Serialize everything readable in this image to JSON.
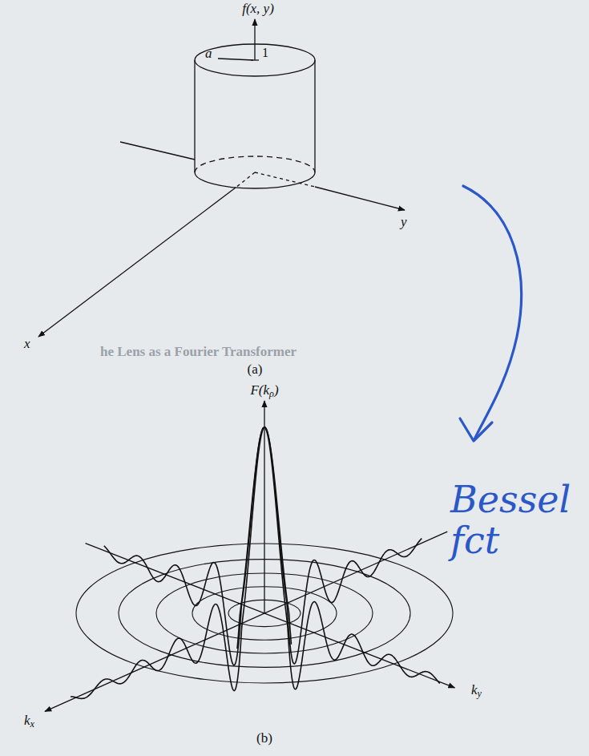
{
  "diagram": {
    "labels": [
      "f(x, y)",
      "a",
      "1",
      "x",
      "y",
      "(a)",
      "F(kρ)",
      "ky",
      "kx",
      "(b)",
      "Bessel fct",
      "he Lens as a Fourier Transformer"
    ]
  }
}
